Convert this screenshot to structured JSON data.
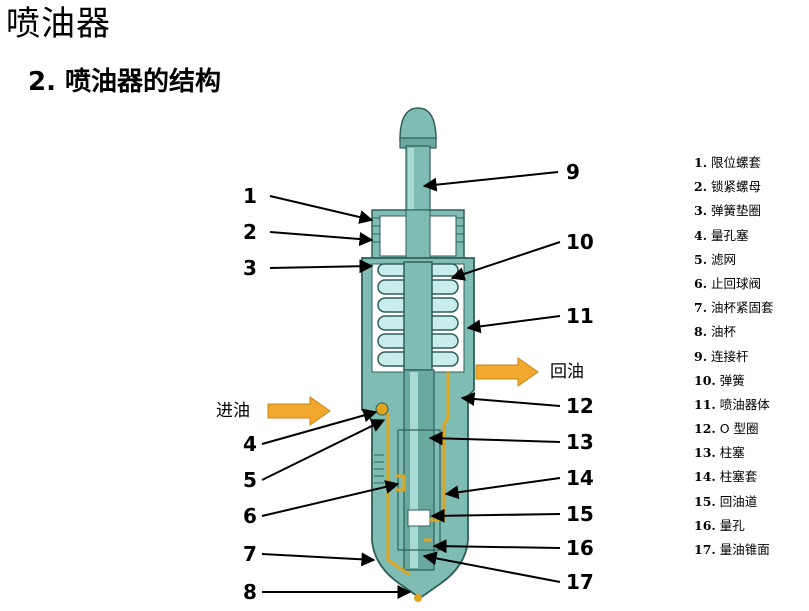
{
  "title": "喷油器",
  "subtitle": "2. 喷油器的结构",
  "diagram": {
    "callouts": [
      "1",
      "2",
      "3",
      "4",
      "5",
      "6",
      "7",
      "8",
      "9",
      "10",
      "11",
      "12",
      "13",
      "14",
      "15",
      "16",
      "17"
    ],
    "flow_in_label": "进油",
    "flow_out_label": "回油",
    "colors": {
      "body": "#7fbdb4",
      "body_dark": "#4f8f86",
      "spring": "#c9ecec",
      "oil": "#e0a51e",
      "arrow": "#f2a82c"
    }
  },
  "legend": [
    {
      "num": "1.",
      "text": "限位螺套"
    },
    {
      "num": "2.",
      "text": "锁紧螺母"
    },
    {
      "num": "3.",
      "text": "弹簧垫圈"
    },
    {
      "num": "4.",
      "text": "量孔塞"
    },
    {
      "num": "5.",
      "text": "滤网"
    },
    {
      "num": "6.",
      "text": "止回球阀"
    },
    {
      "num": "7.",
      "text": "油杯紧固套"
    },
    {
      "num": "8.",
      "text": "油杯"
    },
    {
      "num": "9.",
      "text": "连接杆"
    },
    {
      "num": "10.",
      "text": "弹簧"
    },
    {
      "num": "11.",
      "text": "喷油器体"
    },
    {
      "num": "12.",
      "text": "O 型圈"
    },
    {
      "num": "13.",
      "text": "柱塞"
    },
    {
      "num": "14.",
      "text": "柱塞套"
    },
    {
      "num": "15.",
      "text": "回油道"
    },
    {
      "num": "16.",
      "text": "量孔"
    },
    {
      "num": "17.",
      "text": "量油锥面"
    }
  ]
}
